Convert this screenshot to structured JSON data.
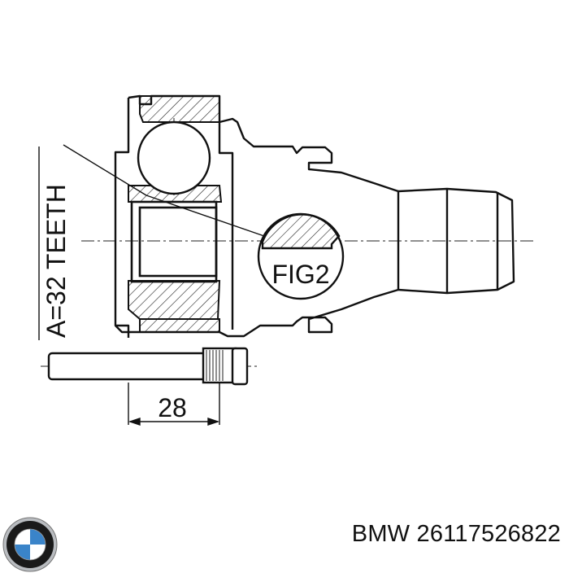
{
  "drawing": {
    "teeth_label": "A=32 TEETH",
    "fig_label": "FIG2",
    "dimension_value": "28"
  },
  "caption": {
    "brand": "BMW",
    "part_number": "26117526822"
  },
  "logo": {
    "name": "bmw-roundel-icon",
    "colors": {
      "blue": "#3a84c9",
      "white": "#ffffff",
      "black": "#1a1a1a",
      "silver": "#b9bcc0"
    }
  }
}
